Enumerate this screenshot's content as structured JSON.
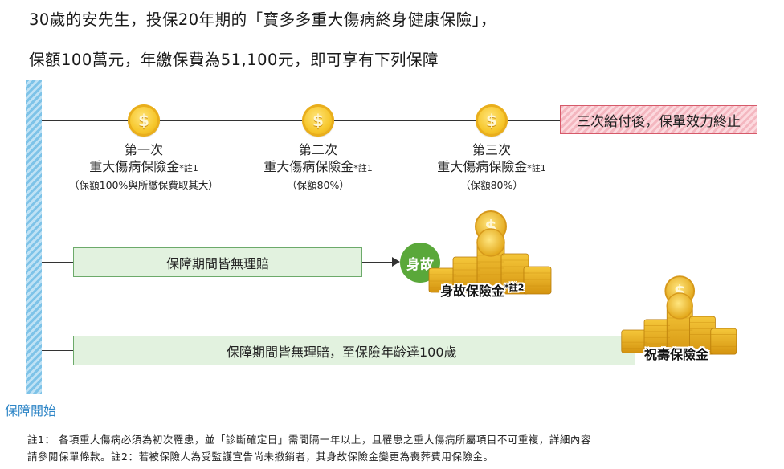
{
  "heading": {
    "line1": "30歲的安先生，投保20年期的「寶多多重大傷病終身健康保險」，",
    "line2": "保額100萬元，年繳保費為51,100元，即可享有下列保障"
  },
  "timeline": {
    "start_label": "保障開始"
  },
  "claims": [
    {
      "title": "第一次",
      "name": "重大傷病保險金",
      "note": "*註1",
      "detail": "（保額100%與所繳保費取其大）"
    },
    {
      "title": "第二次",
      "name": "重大傷病保險金",
      "note": "*註1",
      "detail": "（保額80%）"
    },
    {
      "title": "第三次",
      "name": "重大傷病保險金",
      "note": "*註1",
      "detail": "（保額80%）"
    }
  ],
  "end_box": {
    "label": "三次給付後，保單效力終止"
  },
  "no_claim_bar": {
    "label": "保障期間皆無理賠"
  },
  "death": {
    "circle_label": "身故",
    "benefit_label": "身故保險金",
    "benefit_note": "*註2"
  },
  "age_bar": {
    "label": "保障期間皆無理賠，至保險年齡達100歲"
  },
  "longevity": {
    "benefit_label": "祝壽保險金"
  },
  "icons": {
    "coin": "dollar-coin-icon",
    "arrow": "arrow-right-icon"
  },
  "colors": {
    "coin": "#f6c62a",
    "timeline": "#7ec3e8",
    "end_box": "#f4b7c0",
    "green": "#5aa83a",
    "bar_fill": "#e2f2df"
  },
  "footnotes": {
    "line1": "註1： 各項重大傷病必須為初次罹患，並「診斷確定日」需間隔一年以上，且罹患之重大傷病所屬項目不可重複，詳細內容",
    "line2": "請參閱保單條款。註2：若被保險人為受監護宣告尚未撤銷者，其身故保險金變更為喪葬費用保險金。"
  }
}
